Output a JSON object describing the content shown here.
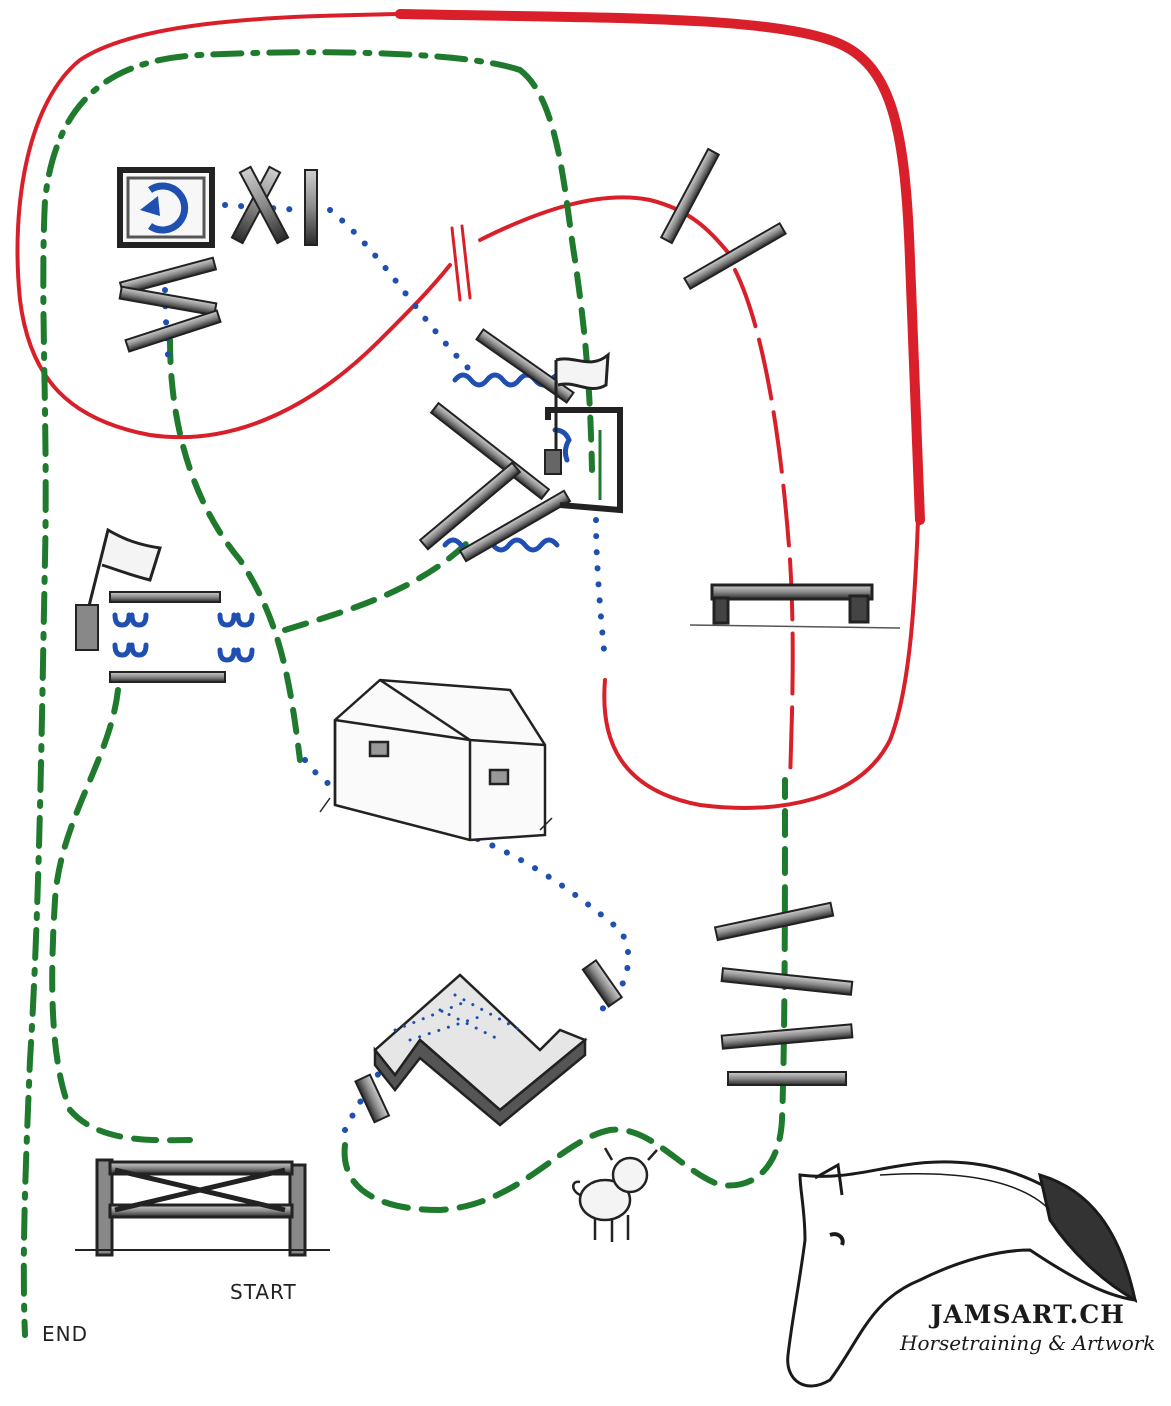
{
  "labels": {
    "start": "START",
    "end": "END"
  },
  "brand": {
    "name": "JAMSART.CH",
    "tagline": "Horsetraining & Artwork"
  },
  "routes": {
    "red_color": "#d9202a",
    "green_color": "#1f7a2e",
    "blue_color": "#1f4fb0"
  }
}
